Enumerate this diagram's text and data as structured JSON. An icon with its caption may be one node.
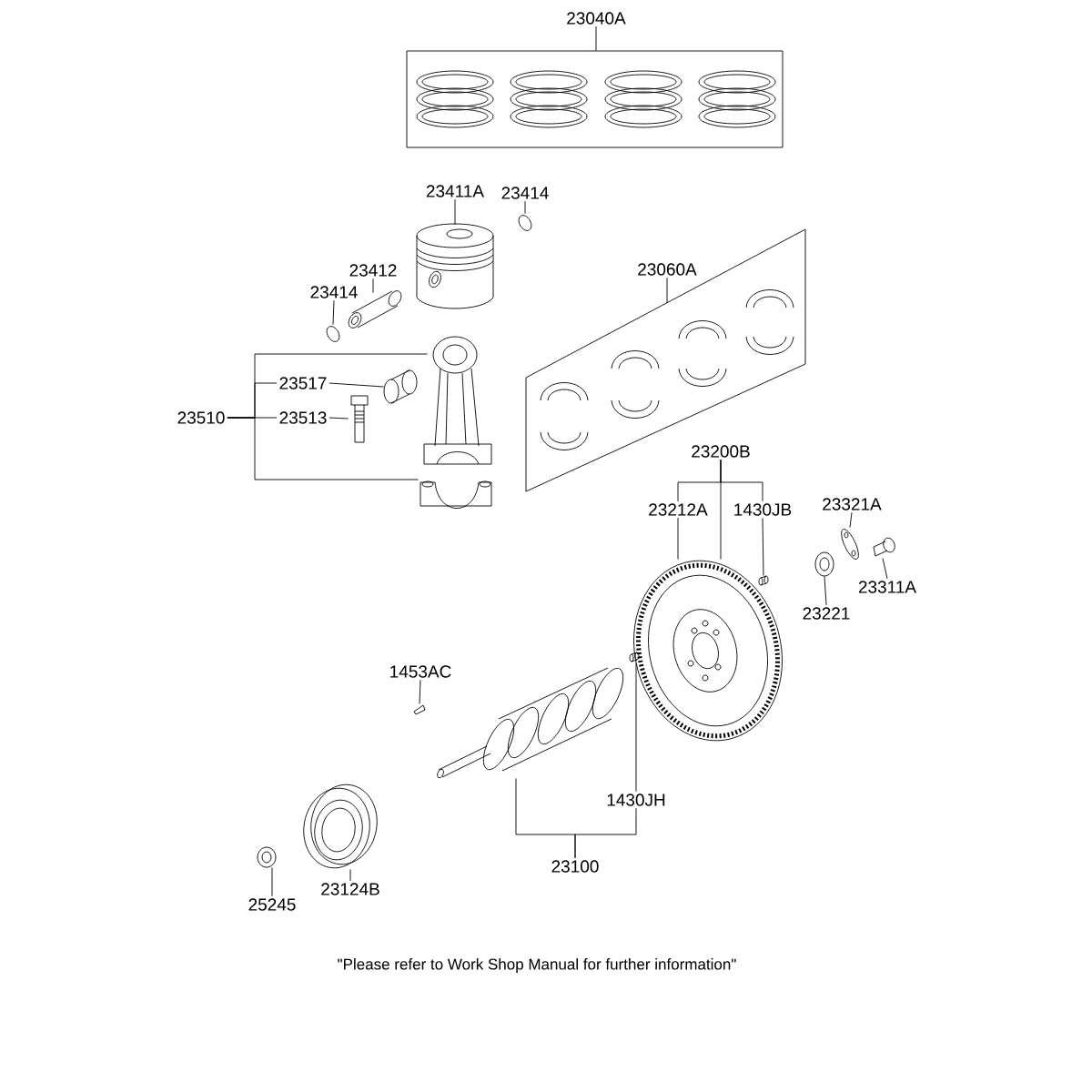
{
  "diagram": {
    "nodes": [
      {
        "text": [],
        "shape": "box"
      },
      {
        "text": [
          "23040A"
        ]
      },
      {
        "text": [
          "23411A"
        ]
      },
      {
        "text": [
          "23414"
        ]
      },
      {
        "text": [
          "23412"
        ]
      },
      {
        "text": [
          "23414"
        ]
      },
      {
        "text": [
          "23060A"
        ]
      },
      {
        "text": [
          "23510"
        ]
      },
      {
        "text": [
          "23517"
        ]
      },
      {
        "text": [
          "23513"
        ]
      },
      {
        "text": [],
        "shape": "picture"
      },
      {
        "text": [],
        "shape": "picture"
      },
      {
        "text": [],
        "shape": "picture"
      },
      {
        "text": [],
        "shape": "picture"
      },
      {
        "text": [],
        "shape": "picture"
      },
      {
        "text": [],
        "shape": "picture"
      },
      {
        "text": [],
        "shape": "picture"
      },
      {
        "text": [],
        "shape": "picture"
      },
      {
        "text": [],
        "shape": "box"
      },
      {
        "text": [
          "23200B"
        ]
      },
      {
        "text": [
          "23212A"
        ]
      },
      {
        "text": [
          "1430JB"
        ]
      },
      {
        "text": [
          "23321A"
        ]
      },
      {
        "text": [
          "23311A"
        ]
      },
      {
        "text": [
          "23221"
        ]
      },
      {
        "text": [],
        "shape": "picture"
      },
      {
        "text": [],
        "shape": "picture"
      },
      {
        "text": [],
        "shape": "picture"
      },
      {
        "text": [],
        "shape": "picture"
      },
      {
        "text": [],
        "shape": "picture"
      },
      {
        "text": [
          "1453AC"
        ]
      },
      {
        "text": [
          "1430JH"
        ]
      },
      {
        "text": [
          "23100"
        ]
      },
      {
        "text": [
          "23124B"
        ]
      },
      {
        "text": [
          "25245"
        ]
      },
      {
        "text": [],
        "shape": "box"
      },
      {
        "text": [],
        "shape": "picture"
      },
      {
        "text": [],
        "shape": "picture"
      },
      {
        "text": [],
        "shape": "picture"
      },
      {
        "text": [],
        "shape": "picture"
      }
    ],
    "edges": [
      {
        "from": 1,
        "to": 0,
        "arrow": "none"
      },
      {
        "from": 2,
        "to": 10,
        "arrow": "none"
      },
      {
        "from": 3,
        "to": 11,
        "arrow": "none"
      },
      {
        "from": 4,
        "to": 12,
        "arrow": "none"
      },
      {
        "from": 5,
        "to": 13,
        "arrow": "none"
      },
      {
        "from": 6,
        "to": 18,
        "arrow": "none"
      },
      {
        "from": 7,
        "to": 8,
        "arrow": "none"
      },
      {
        "from": 7,
        "to": 9,
        "arrow": "none"
      },
      {
        "from": 7,
        "to": 14,
        "arrow": "none"
      },
      {
        "from": 7,
        "to": 17,
        "arrow": "none"
      },
      {
        "from": 8,
        "to": 15,
        "arrow": "none"
      },
      {
        "from": 9,
        "to": 16,
        "arrow": "none"
      },
      {
        "from": 19,
        "to": 25,
        "arrow": "none"
      },
      {
        "from": 19,
        "to": 20,
        "arrow": "none"
      },
      {
        "from": 19,
        "to": 21,
        "arrow": "none"
      },
      {
        "from": 20,
        "to": 25,
        "arrow": "none"
      },
      {
        "from": 21,
        "to": 26,
        "arrow": "none"
      },
      {
        "from": 22,
        "to": 28,
        "arrow": "none"
      },
      {
        "from": 23,
        "to": 29,
        "arrow": "none"
      },
      {
        "from": 24,
        "to": 27,
        "arrow": "none"
      },
      {
        "from": 30,
        "to": 35,
        "arrow": "none"
      },
      {
        "from": 32,
        "to": 36,
        "arrow": "none"
      },
      {
        "from": 32,
        "to": 31,
        "arrow": "none"
      },
      {
        "from": 31,
        "to": 37,
        "arrow": "none"
      },
      {
        "from": 33,
        "to": 38,
        "arrow": "none"
      },
      {
        "from": 34,
        "to": 39,
        "arrow": "none"
      }
    ],
    "labels": [
      "\"Please refer to Work Shop Manual for further information\""
    ]
  }
}
